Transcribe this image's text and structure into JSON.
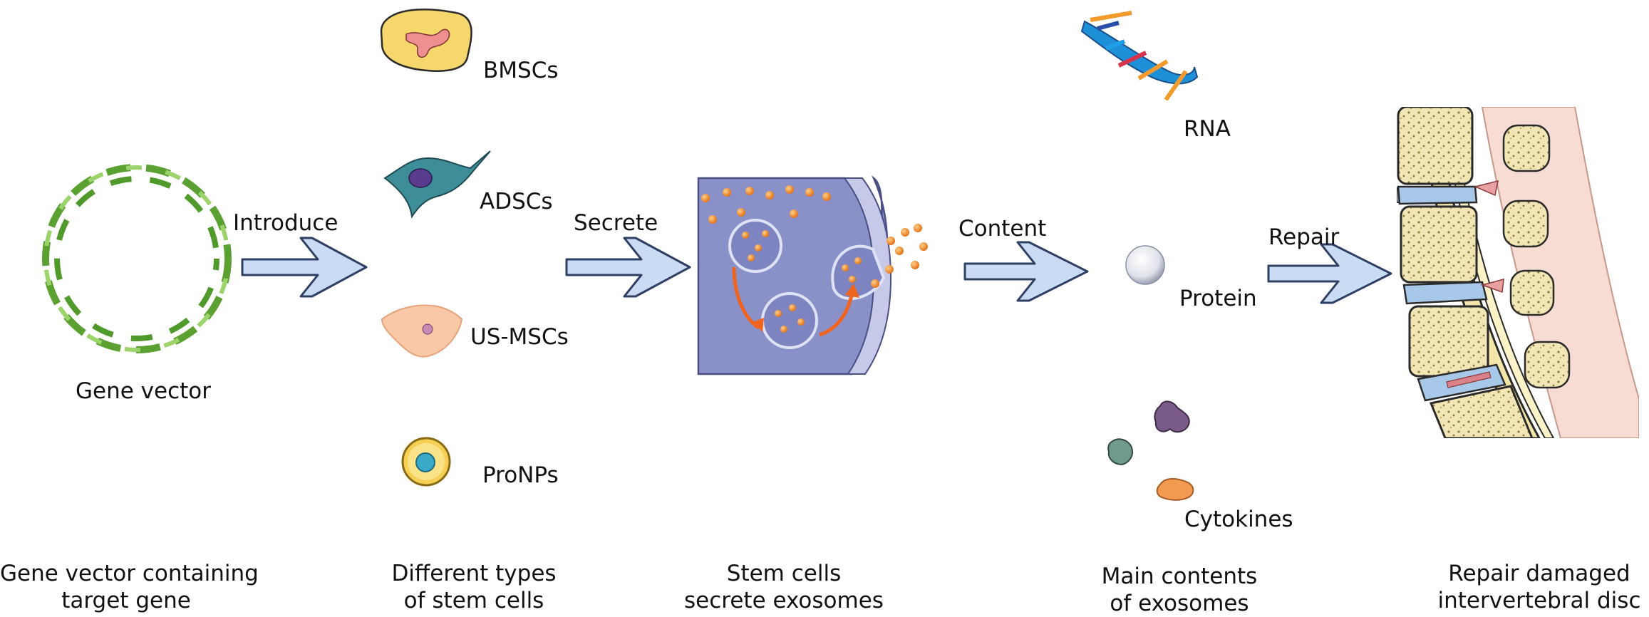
{
  "steps": {
    "gene_vector": {
      "label": "Gene vector",
      "caption_line1": "Gene vector containing",
      "caption_line2": "target gene"
    },
    "stem_cells": {
      "caption_line1": "Different types",
      "caption_line2": "of stem cells",
      "types": [
        "BMSCs",
        "ADSCs",
        "US-MSCs",
        "ProNPs"
      ]
    },
    "secretion": {
      "caption_line1": "Stem cells",
      "caption_line2": "secrete exosomes"
    },
    "contents": {
      "caption_line1": "Main contents",
      "caption_line2": "of exosomes",
      "items": [
        "RNA",
        "Protein",
        "Cytokines"
      ]
    },
    "repair": {
      "caption_line1": "Repair damaged",
      "caption_line2": "intervertebral disc"
    }
  },
  "arrows": [
    "Introduce",
    "Secrete",
    "Content",
    "Repair"
  ],
  "colors": {
    "arrow_fill": "#c9dcf4",
    "arrow_stroke": "#2f3f64",
    "dna_green": "#6fb43f",
    "cell_panel": "#8a90c8",
    "exosome_orange": "#f08a24",
    "bone": "#f1e3b0",
    "disc_blue": "#a8c8ea"
  }
}
